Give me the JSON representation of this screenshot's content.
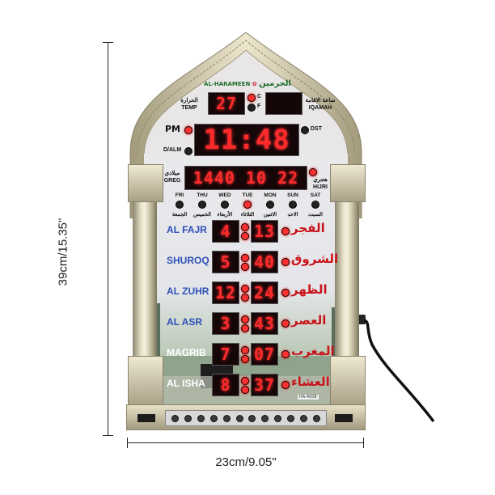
{
  "dimensions": {
    "height_label": "39cm/15.35\"",
    "width_label": "23cm/9.05\""
  },
  "brand": {
    "en": "AL-HARAMEEN",
    "ar": "الحرمين"
  },
  "temp": {
    "value": "27",
    "label_en": "TEMP",
    "label_ar": "الحرارة",
    "c": "C",
    "f": "F"
  },
  "iqamah": {
    "value": "",
    "label_en": "IQAMAH",
    "label_ar": "ساعة الاقامة"
  },
  "clock": {
    "time": "11:48",
    "pm": "PM",
    "dalm": "D/ALM",
    "dst": "DST"
  },
  "date": {
    "value": "1440 10 22",
    "greg_en": "GREG",
    "greg_ar": "ميلادي",
    "hijri_en": "HIJRI",
    "hijri_ar": "هجري"
  },
  "days": [
    {
      "en": "FRI",
      "ar": "الجمعة",
      "on": false
    },
    {
      "en": "THU",
      "ar": "الخميس",
      "on": false
    },
    {
      "en": "WED",
      "ar": "الأربعاء",
      "on": false
    },
    {
      "en": "TUE",
      "ar": "الثلاثاء",
      "on": true
    },
    {
      "en": "MON",
      "ar": "الاثنين",
      "on": false
    },
    {
      "en": "SUN",
      "ar": "الاحد",
      "on": false
    },
    {
      "en": "SAT",
      "ar": "السبت",
      "on": false
    }
  ],
  "prayers": [
    {
      "en": "AL FAJR",
      "ar": "الفجر",
      "h": "4",
      "m": "13"
    },
    {
      "en": "SHUROQ",
      "ar": "الشروق",
      "h": "5",
      "m": "40"
    },
    {
      "en": "AL ZUHR",
      "ar": "الظهر",
      "h": "12",
      "m": "24"
    },
    {
      "en": "AL ASR",
      "ar": "العصر",
      "h": "3",
      "m": "43"
    },
    {
      "en": "MAGRIB",
      "ar": "المغرب",
      "h": "7",
      "m": "07"
    },
    {
      "en": "AL ISHA",
      "ar": "العشاء",
      "h": "8",
      "m": "37"
    }
  ],
  "model": "HA-4008"
}
